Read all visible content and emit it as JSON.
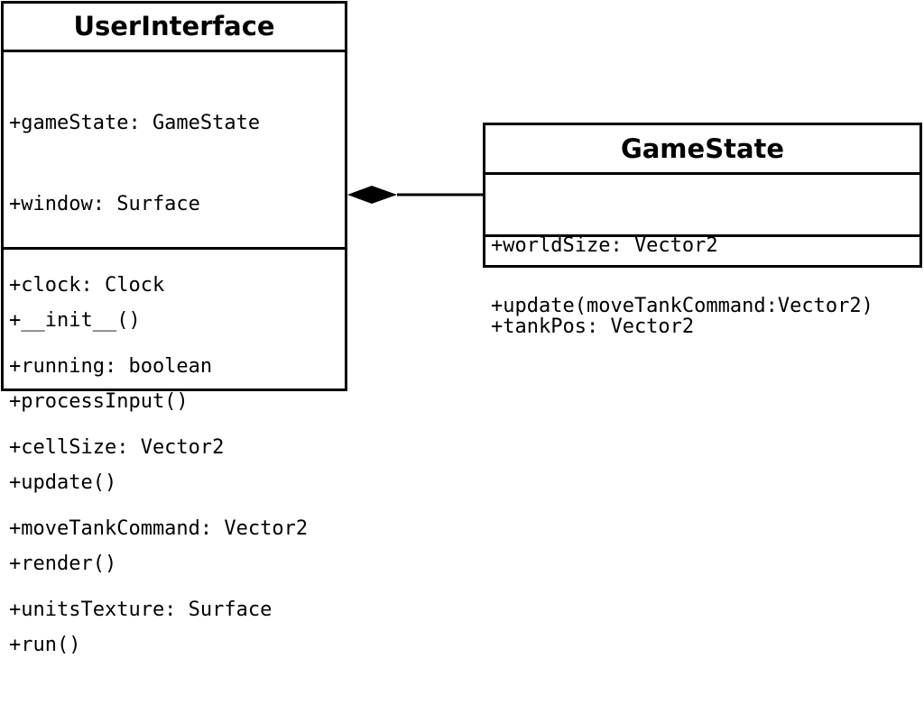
{
  "classes": {
    "user_interface": {
      "name": "UserInterface",
      "attributes": [
        "+gameState: GameState",
        "+window: Surface",
        "+clock: Clock",
        "+running: boolean",
        "+cellSize: Vector2",
        "+moveTankCommand: Vector2",
        "+unitsTexture: Surface"
      ],
      "operations": [
        "+__init__()",
        "+processInput()",
        "+update()",
        "+render()",
        "+run()"
      ]
    },
    "game_state": {
      "name": "GameState",
      "attributes": [
        "+worldSize: Vector2",
        "+tankPos: Vector2"
      ],
      "operations": [
        "+update(moveTankCommand:Vector2)"
      ]
    }
  },
  "relationship": {
    "type": "composition",
    "from": "UserInterface",
    "to": "GameState"
  },
  "colors": {
    "stroke": "#000000",
    "background": "#ffffff"
  }
}
